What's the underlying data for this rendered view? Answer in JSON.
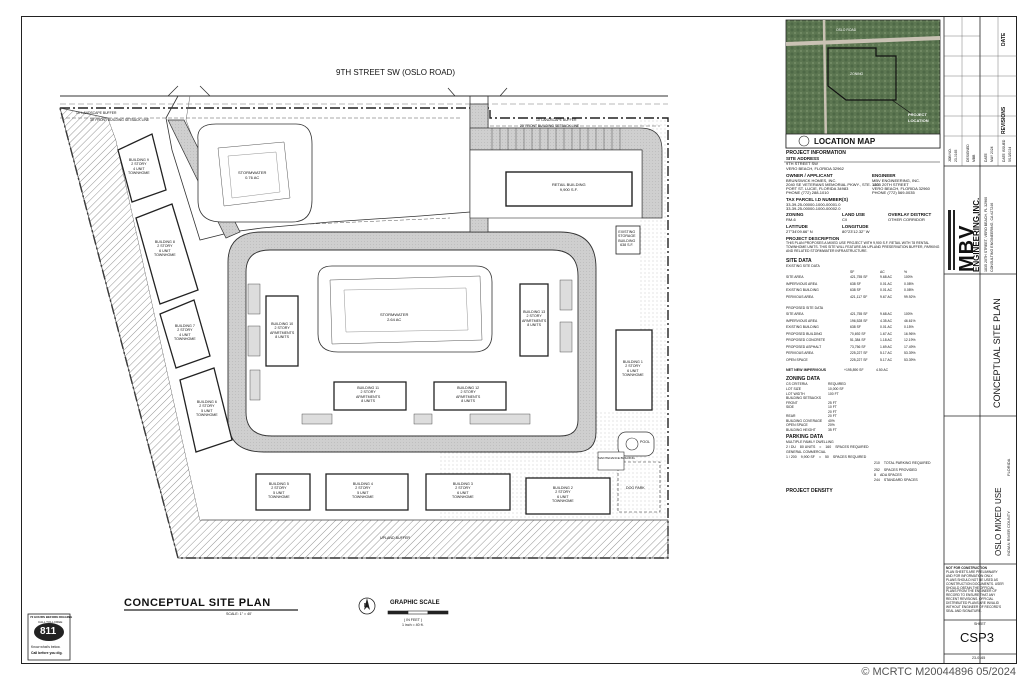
{
  "road": {
    "name": "9TH STREET SW (OSLO ROAD)"
  },
  "plan_title": {
    "title": "CONCEPTUAL SITE PLAN",
    "scale": "SCALE: 1\" = 40'",
    "graphic_scale": "GRAPHIC SCALE",
    "scale_note": "( IN FEET )",
    "scale_ratio": "1 inch = 40 ft.",
    "north": "N"
  },
  "buffers": {
    "landscape_buffer_top": "10' LANDSCAPE BUFFER",
    "setback_top": "30' FRONT BUILDING SETBACK LINE",
    "landscape_buffer_mid": "10' LANDSCAPE BUFFER",
    "setback_mid": "20' FRONT BUILDING SETBACK LINE",
    "upland_buffer": "UPLAND BUFFER"
  },
  "stormwater": {
    "left": "STORMWATER",
    "left_ac": "0.76 AC",
    "center": "STORMWATER",
    "center_ac": "2.64 AC"
  },
  "retail": {
    "label": "RETAIL BUILDING",
    "area": "9,900 S.F."
  },
  "existing_storage": {
    "l1": "EXISTING",
    "l2": "STORAGE",
    "l3": "BUILDING",
    "l4": "638 S.F."
  },
  "buildings": [
    {
      "id": "b9",
      "l1": "BUILDING 9",
      "l2": "2 STORY",
      "l3": "4 UNIT",
      "l4": "TOWNHOME"
    },
    {
      "id": "b8",
      "l1": "BUILDING 8",
      "l2": "2 STORY",
      "l3": "6 UNIT",
      "l4": "TOWNHOME"
    },
    {
      "id": "b7",
      "l1": "BUILDING 7",
      "l2": "2 STORY",
      "l3": "4 UNIT",
      "l4": "TOWNHOME"
    },
    {
      "id": "b6",
      "l1": "BUILDING 6",
      "l2": "2 STORY",
      "l3": "5 UNIT",
      "l4": "TOWNHOME"
    },
    {
      "id": "b10",
      "l1": "BUILDING 10",
      "l2": "2 STORY",
      "l3": "APARTMENTS",
      "l4": "8 UNITS"
    },
    {
      "id": "b13",
      "l1": "BUILDING 13",
      "l2": "2 STORY",
      "l3": "APARTMENTS",
      "l4": "8 UNITS"
    },
    {
      "id": "b11",
      "l1": "BUILDING 11",
      "l2": "2 STORY",
      "l3": "APARTMENTS",
      "l4": "8 UNITS"
    },
    {
      "id": "b12",
      "l1": "BUILDING 12",
      "l2": "2 STORY",
      "l3": "APARTMENTS",
      "l4": "8 UNITS"
    },
    {
      "id": "b1",
      "l1": "BUILDING 1",
      "l2": "2 STORY",
      "l3": "6 UNIT",
      "l4": "TOWNHOME"
    },
    {
      "id": "b5",
      "l1": "BUILDING 5",
      "l2": "2 STORY",
      "l3": "5 UNIT",
      "l4": "TOWNHOME"
    },
    {
      "id": "b4",
      "l1": "BUILDING 4",
      "l2": "2 STORY",
      "l3": "5 UNIT",
      "l4": "TOWNHOME"
    },
    {
      "id": "b3",
      "l1": "BUILDING 3",
      "l2": "2 STORY",
      "l3": "6 UNIT",
      "l4": "TOWNHOME"
    },
    {
      "id": "b2",
      "l1": "BUILDING 2",
      "l2": "2 STORY",
      "l3": "6 UNIT",
      "l4": "TOWNHOME"
    }
  ],
  "amenities": {
    "pool": "POOL",
    "dog_park": "DOG PARK",
    "mail": "MAINTENANCE BUILDING"
  },
  "call811": {
    "top": "72 HOURS BEFORE DIGGING",
    "mid": "CALL TOLL FREE",
    "num": "811",
    "know": "Know what's below.",
    "call": "Call before you dig."
  },
  "location_map": {
    "title": "LOCATION MAP",
    "oslo": "OSLO ROAD",
    "project": "PROJECT",
    "location": "LOCATION",
    "zoning": "ZONING"
  },
  "project_info": {
    "heading": "PROJECT INFORMATION",
    "site_address_h": "SITE ADDRESS",
    "site_address": "9TH STREET SW",
    "site_city": "VERO BEACH, FLORIDA 32962",
    "owner_h": "OWNER / APPLICANT",
    "owner_1": "BRUNSWICK HOMES, INC.",
    "owner_2": "2040 SE VETERANS MEMORIAL PKWY., STE. 120",
    "owner_3": "PORT ST. LUCIE, FLORIDA 34983",
    "owner_4": "PHONE (772) 288-1010",
    "engineer_h": "ENGINEER",
    "eng_1": "MBV ENGINEERING, INC.",
    "eng_2": "1835 20TH STREET",
    "eng_3": "VERO BEACH, FLORIDA 32960",
    "eng_4": "PHONE (772) 569-0035",
    "tax_h": "TAX PARCEL I.D NUMBER(S)",
    "tax_1": "33-39-25-00000-1000-00001.0",
    "tax_2": "33-39-25-00000-1000-00002.0",
    "zoning_h": "ZONING",
    "zoning": "RM-6",
    "land_use_h": "LAND USE",
    "land_use": "C/I",
    "overlay_h": "OVERLAY DISTRICT",
    "overlay": "OTHER CORRIDOR",
    "lat_h": "LATITUDE",
    "lat": "27°34'09.66\" N",
    "long_h": "LONGITUDE",
    "long": "80°23'12.32\" W",
    "desc_h": "PROJECT DESCRIPTION",
    "desc_1": "THIS PLAN PROPOSES A MIXED USE PROJECT WITH 9,900 S.F. RETAIL WITH 78 RENTAL",
    "desc_2": "TOWNHOME UNITS. THIS SITE WILL FEATURE AN UPLAND PRESERVATION BUFFER, PARKING",
    "desc_3": "AND RELATED STORMWATER INFRASTRUCTURE."
  },
  "site_data": {
    "heading": "SITE DATA",
    "existing_h": "EXISTING SITE DATA",
    "cols": [
      "SF",
      "AC",
      "%"
    ],
    "existing": [
      [
        "SITE AREA",
        "421,755 SF",
        "9.68 AC",
        "100%"
      ],
      [
        "IMPERVIOUS AREA",
        "638 SF",
        "0.01 AC",
        "0.08%"
      ],
      [
        "EXISTING BUILDING",
        "638 SF",
        "0.01 AC",
        "0.08%"
      ],
      [
        "PERVIOUS AREA",
        "421,117 SF",
        "9.67 AC",
        "99.92%"
      ]
    ],
    "proposed_h": "PROPOSED SITE DATA",
    "proposed": [
      [
        "SITE AREA",
        "421,755 SF",
        "9.68 AC",
        "100%"
      ],
      [
        "IMPERVIOUS AREA",
        "196,528 SF",
        "4.35 AC",
        "46.61%"
      ],
      [
        "EXISTING BUILDING",
        "638 SF",
        "0.01 AC",
        "0.15%"
      ],
      [
        "PROPOSED BUILDING",
        "70,692 SF",
        "1.67 AC",
        "16.96%"
      ],
      [
        "PROPOSED CONCRETE",
        "51,384 SF",
        "1.18 AC",
        "12.19%"
      ],
      [
        "PROPOSED ASPHALT",
        "73,756 SF",
        "1.69 AC",
        "17.49%"
      ],
      [
        "PERVIOUS AREA",
        "225,227 SF",
        "5.17 AC",
        "53.39%"
      ],
      [
        "OPEN SPACE",
        "225,227 SF",
        "5.17 AC",
        "53.39%"
      ]
    ],
    "net_h": "NET NEW IMPERVIOUS",
    "net": "+195,890 SF",
    "net_ac": "4.50 AC"
  },
  "zoning_data": {
    "heading": "ZONING DATA",
    "col1": "CS CRITERIA",
    "col2": "REQUIRED",
    "rows": [
      [
        "LOT SIZE",
        "10,000 SF"
      ],
      [
        "LOT WIDTH",
        "100 FT"
      ],
      [
        "BUILDING SETBACKS",
        ""
      ],
      [
        "FRONT",
        "25 FT"
      ],
      [
        "SIDE",
        "10 FT"
      ],
      [
        "",
        "20 FT"
      ],
      [
        "REAR",
        "20 FT"
      ],
      [
        "BUILDING COVERAGE",
        "40%"
      ],
      [
        "OPEN SPACE",
        "20%"
      ],
      [
        "BUILDING HEIGHT",
        "35 FT"
      ]
    ]
  },
  "parking_data": {
    "heading": "PARKING DATA",
    "sub": "MULTIPLE FAMILY DWELLING",
    "gen": "GENERAL COMMERCIAL",
    "r1": [
      "2 / DU",
      "80 UNITS",
      "=",
      "160",
      "SPACES REQUIRED"
    ],
    "r2": [
      "1 / 200",
      "9,900 SF",
      "=",
      "50",
      "SPACES REQUIRED"
    ],
    "total": [
      "210",
      "TOTAL PARKING REQUIRED"
    ],
    "prov": [
      "252",
      "SPACES PROVIDED"
    ],
    "ada": [
      "8",
      "ADA SPACES"
    ],
    "std": [
      "244",
      "STANDARD SPACES"
    ]
  },
  "density": {
    "heading": "PROJECT DENSITY"
  },
  "firm": {
    "name1": "MBV",
    "name2": "ENGINEERING,INC.",
    "addr1": "1835 20TH STREET, VERO BEACH, FL 32960",
    "addr2": "CONSULTING ENGINEERING, CA #27246"
  },
  "job": {
    "rows": [
      [
        "JOB NO.",
        "23-0165"
      ],
      [
        "DESIGNED",
        "MBB"
      ],
      [
        "DRAWN",
        "MBB"
      ],
      [
        "DATE",
        "MAY 2024"
      ],
      [
        "CHECKED",
        "MJB"
      ],
      [
        "SCALE",
        "AS SHOWN"
      ],
      [
        "DATE ISSUED",
        "5/13/2024"
      ]
    ]
  },
  "revisions": {
    "h1": "REVISIONS",
    "h2": "DATE"
  },
  "sheet_title": "CONCEPTUAL SITE PLAN",
  "project_name": {
    "name": "OSLO MIXED USE",
    "county": "INDIAN RIVER COUNTY",
    "state": "FLORIDA"
  },
  "not_for_construction": {
    "h": "NOT FOR CONSTRUCTION",
    "t1": "PLAN SHEETS ARE PRELIMINARY",
    "t2": "AND FOR INFORMATION ONLY.",
    "t3": "PLANS SHOULD NOT BE USED AS",
    "t4": "CONSTRUCTION DOCUMENTS. USER",
    "t5": "SHOULD OBTAIN THE OFFICIAL",
    "t6": "PLANS FROM THE ENGINEER OF",
    "t7": "RECORD TO ENSURE THAT ANY",
    "t8": "RECENT REVISIONS. OFFICIAL",
    "t9": "DISTRIBUTED PLANS ARE INVALID",
    "t10": "WITHOUT ENGINEER OF RECORD'S",
    "t11": "SEAL AND SIGNATURE."
  },
  "sheet": {
    "label": "SHEET",
    "num": "CSP3",
    "job": "23-0165"
  },
  "watermark": "© MCRTC M20044896 05/2024"
}
